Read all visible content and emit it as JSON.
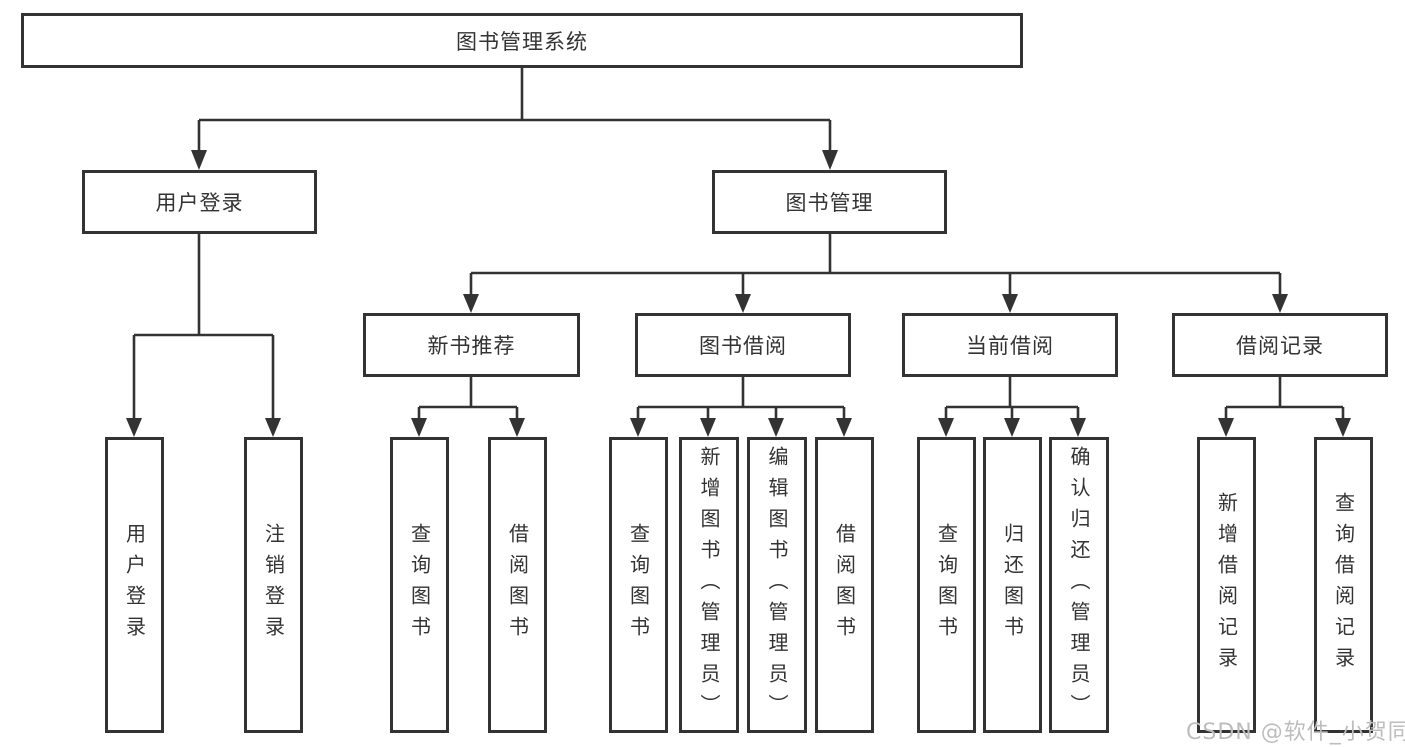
{
  "tree": {
    "root": {
      "label": "图书管理系统"
    },
    "branches": [
      {
        "label": "用户登录",
        "leaves": [
          {
            "label": "用户登录"
          },
          {
            "label": "注销登录"
          }
        ]
      },
      {
        "label": "图书管理",
        "groups": [
          {
            "label": "新书推荐",
            "leaves": [
              {
                "label": "查询图书"
              },
              {
                "label": "借阅图书"
              }
            ]
          },
          {
            "label": "图书借阅",
            "leaves": [
              {
                "label": "查询图书"
              },
              {
                "label": "新增图书（管理员）"
              },
              {
                "label": "编辑图书（管理员）"
              },
              {
                "label": "借阅图书"
              }
            ]
          },
          {
            "label": "当前借阅",
            "leaves": [
              {
                "label": "查询图书"
              },
              {
                "label": "归还图书"
              },
              {
                "label": "确认归还（管理员）"
              }
            ]
          },
          {
            "label": "借阅记录",
            "leaves": [
              {
                "label": "新增借阅记录"
              },
              {
                "label": "查询借阅记录"
              }
            ]
          }
        ]
      }
    ]
  },
  "watermark": "CSDN @软件_小贺同学",
  "colors": {
    "line": "#333333",
    "box_border": "#333333",
    "box_fill": "#ffffff",
    "text": "#333333",
    "watermark": "#bdbdbd",
    "background": "#ffffff"
  }
}
